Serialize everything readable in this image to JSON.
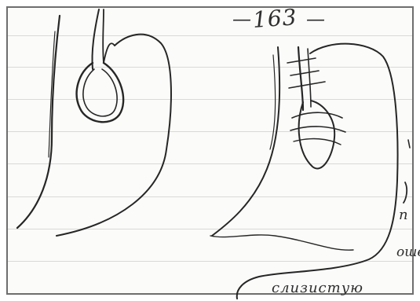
{
  "document": {
    "page_number": "163",
    "dash": "—",
    "text_fragments": [
      "п",
      "оше",
      "слизистую"
    ]
  }
}
